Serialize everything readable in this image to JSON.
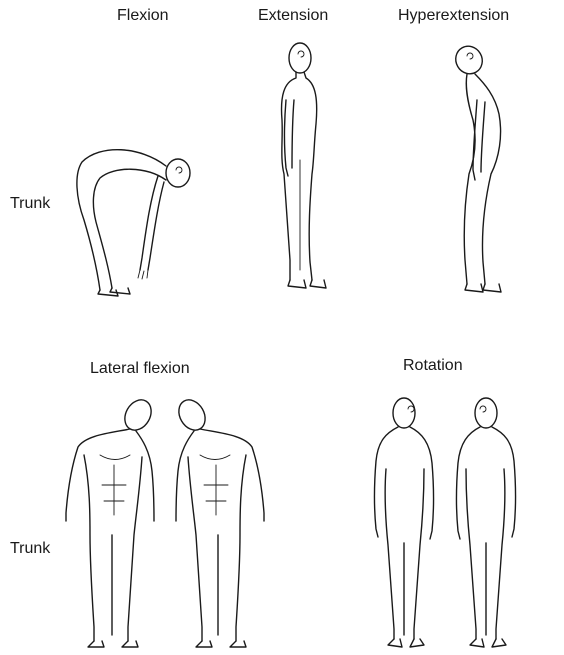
{
  "labels": {
    "flexion": "Flexion",
    "extension": "Extension",
    "hyperextension": "Hyperextension",
    "trunk_top": "Trunk",
    "lateral_flexion": "Lateral flexion",
    "rotation": "Rotation",
    "trunk_bottom": "Trunk"
  },
  "figures": [
    {
      "pose": "trunk-flexion-bent-forward"
    },
    {
      "pose": "trunk-extension-side-standing"
    },
    {
      "pose": "trunk-hyperextension-side-leaning-back"
    },
    {
      "pose": "lateral-flexion-left"
    },
    {
      "pose": "lateral-flexion-right"
    },
    {
      "pose": "rotation-left"
    },
    {
      "pose": "rotation-right"
    }
  ]
}
